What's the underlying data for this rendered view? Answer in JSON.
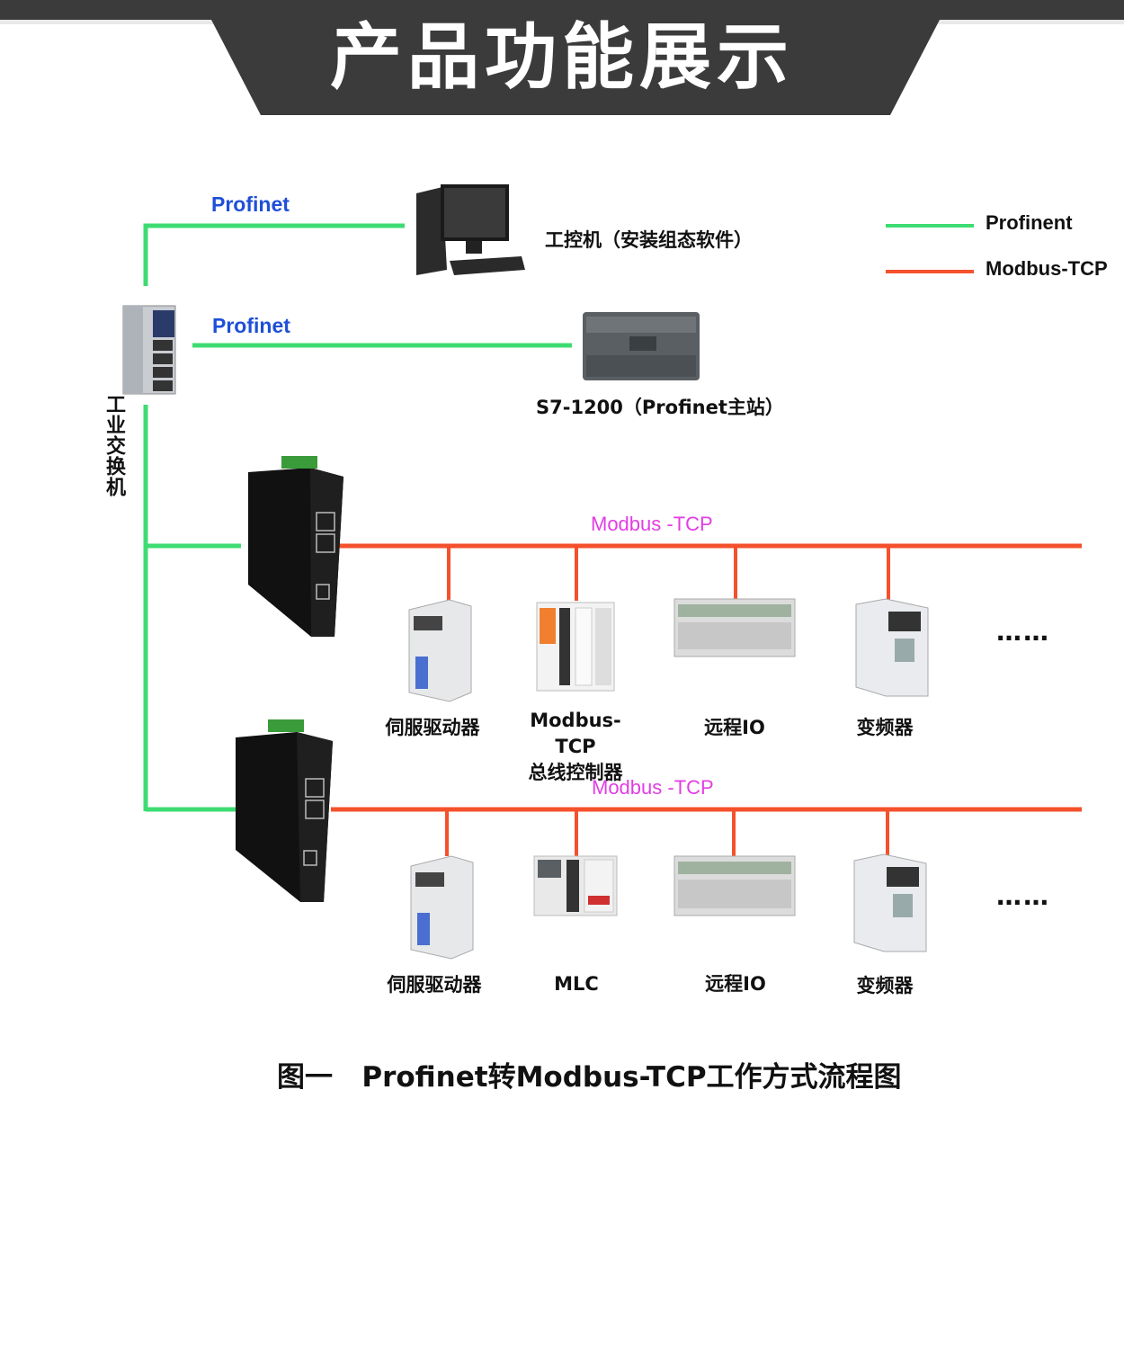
{
  "title": "产品功能展示",
  "legend": [
    {
      "label": "Profinent",
      "color": "#3ddc72"
    },
    {
      "label": "Modbus-TCP",
      "color": "#f4512c"
    }
  ],
  "colors": {
    "profinet": "#3ddc72",
    "modbus": "#f4512c",
    "banner": "#3b3b3b"
  },
  "switch_label": "工业交换机",
  "profinet_labels": [
    "Profinet",
    "Profinet"
  ],
  "ipc_label": "工控机（安装组态软件）",
  "plc_label": "S7-1200（Profinet主站）",
  "bus1": {
    "label": "Modbus -TCP",
    "devices": [
      "伺服驱动器",
      "Modbus-TCP\n总线控制器",
      "远程IO",
      "变频器"
    ],
    "more": "……"
  },
  "bus2": {
    "label": "Modbus -TCP",
    "devices": [
      "伺服驱动器",
      "MLC",
      "远程IO",
      "变频器"
    ],
    "more": "……"
  },
  "caption": "图一   Profinet转Modbus-TCP工作方式流程图"
}
